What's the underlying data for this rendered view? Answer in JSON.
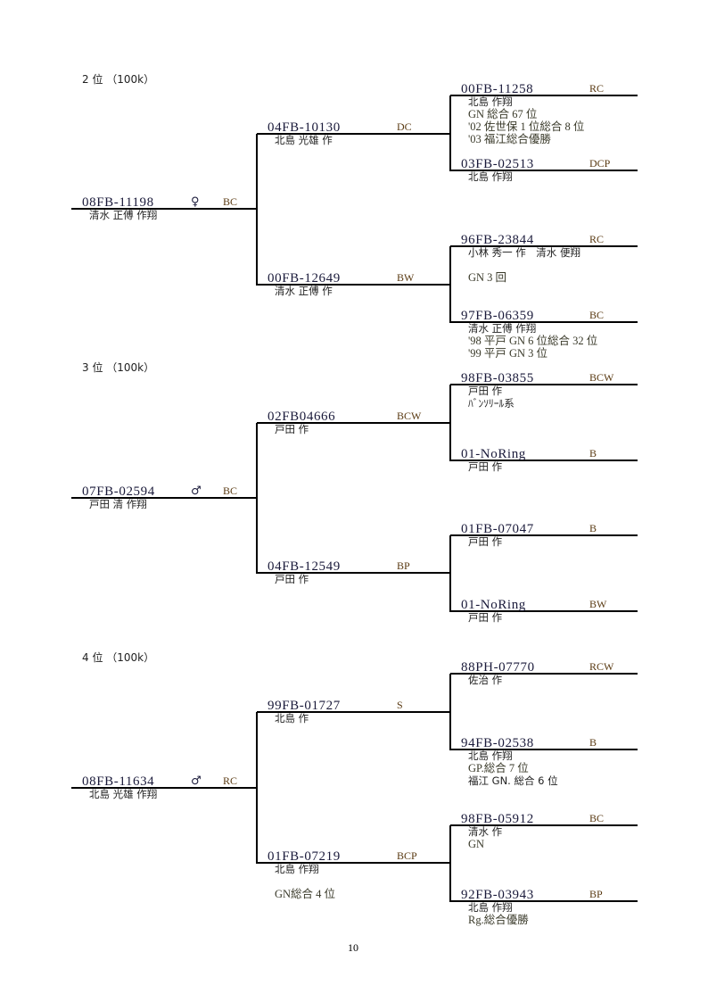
{
  "page_number": "10",
  "pedigrees": [
    {
      "title": "2 位 （100k）",
      "root": {
        "ring": "08FB-11198",
        "sex": "♀",
        "color": "BC",
        "notes": [
          "清水 正傅 作翔"
        ]
      },
      "sire": {
        "ring": "04FB-10130",
        "color": "DC",
        "notes": [
          "北島 光雄 作"
        ],
        "sire": {
          "ring": "00FB-11258",
          "color": "RC",
          "notes": [
            "北島 作翔",
            "GN 総合 67 位",
            "'02 佐世保 1 位総合 8 位",
            "'03 福江総合優勝"
          ]
        },
        "dam": {
          "ring": "03FB-02513",
          "color": "DCP",
          "notes": [
            "北島 作翔"
          ]
        }
      },
      "dam": {
        "ring": "00FB-12649",
        "color": "BW",
        "notes": [
          "清水 正傅 作"
        ],
        "sire": {
          "ring": "96FB-23844",
          "color": "RC",
          "notes": [
            "小林 秀一 作　清水 便翔",
            "",
            "GN 3 回"
          ]
        },
        "dam": {
          "ring": "97FB-06359",
          "color": "BC",
          "notes": [
            "清水 正傅 作翔",
            "'98 平戸 GN 6 位総合 32 位",
            "'99 平戸 GN 3 位"
          ]
        }
      }
    },
    {
      "title": "3 位 （100k）",
      "root": {
        "ring": "07FB-02594",
        "sex": "♂",
        "color": "BC",
        "notes": [
          "戸田 清 作翔"
        ]
      },
      "sire": {
        "ring": "02FB04666",
        "color": "BCW",
        "notes": [
          "戸田 作"
        ],
        "sire": {
          "ring": "98FB-03855",
          "color": "BCW",
          "notes": [
            "戸田 作",
            "ﾊﾞﾝｿﾘｰﾙ系"
          ]
        },
        "dam": {
          "ring": "01-NoRing",
          "color": "B",
          "notes": [
            "戸田 作"
          ]
        }
      },
      "dam": {
        "ring": "04FB-12549",
        "color": "BP",
        "notes": [
          "戸田 作"
        ],
        "sire": {
          "ring": "01FB-07047",
          "color": "B",
          "notes": [
            "戸田 作"
          ]
        },
        "dam": {
          "ring": "01-NoRing",
          "color": "BW",
          "notes": [
            "戸田 作"
          ]
        }
      }
    },
    {
      "title": "4 位 （100k）",
      "root": {
        "ring": "08FB-11634",
        "sex": "♂",
        "color": "RC",
        "notes": [
          "北島 光雄 作翔"
        ]
      },
      "sire": {
        "ring": "99FB-01727",
        "color": "S",
        "notes": [
          "北島 作"
        ],
        "sire": {
          "ring": "88PH-07770",
          "color": "RCW",
          "notes": [
            "佐治 作"
          ]
        },
        "dam": {
          "ring": "94FB-02538",
          "color": "B",
          "notes": [
            "北島 作翔",
            "GP.総合 7 位",
            "福江 GN. 総合 6 位"
          ]
        }
      },
      "dam": {
        "ring": "01FB-07219",
        "color": "BCP",
        "notes": [
          "北島 作翔",
          "",
          "GN総合 4 位"
        ],
        "sire": {
          "ring": "98FB-05912",
          "color": "BC",
          "notes": [
            "清水 作",
            "GN"
          ]
        },
        "dam": {
          "ring": "92FB-03943",
          "color": "BP",
          "notes": [
            "北島 作翔",
            "Rg.総合優勝"
          ]
        }
      }
    }
  ]
}
